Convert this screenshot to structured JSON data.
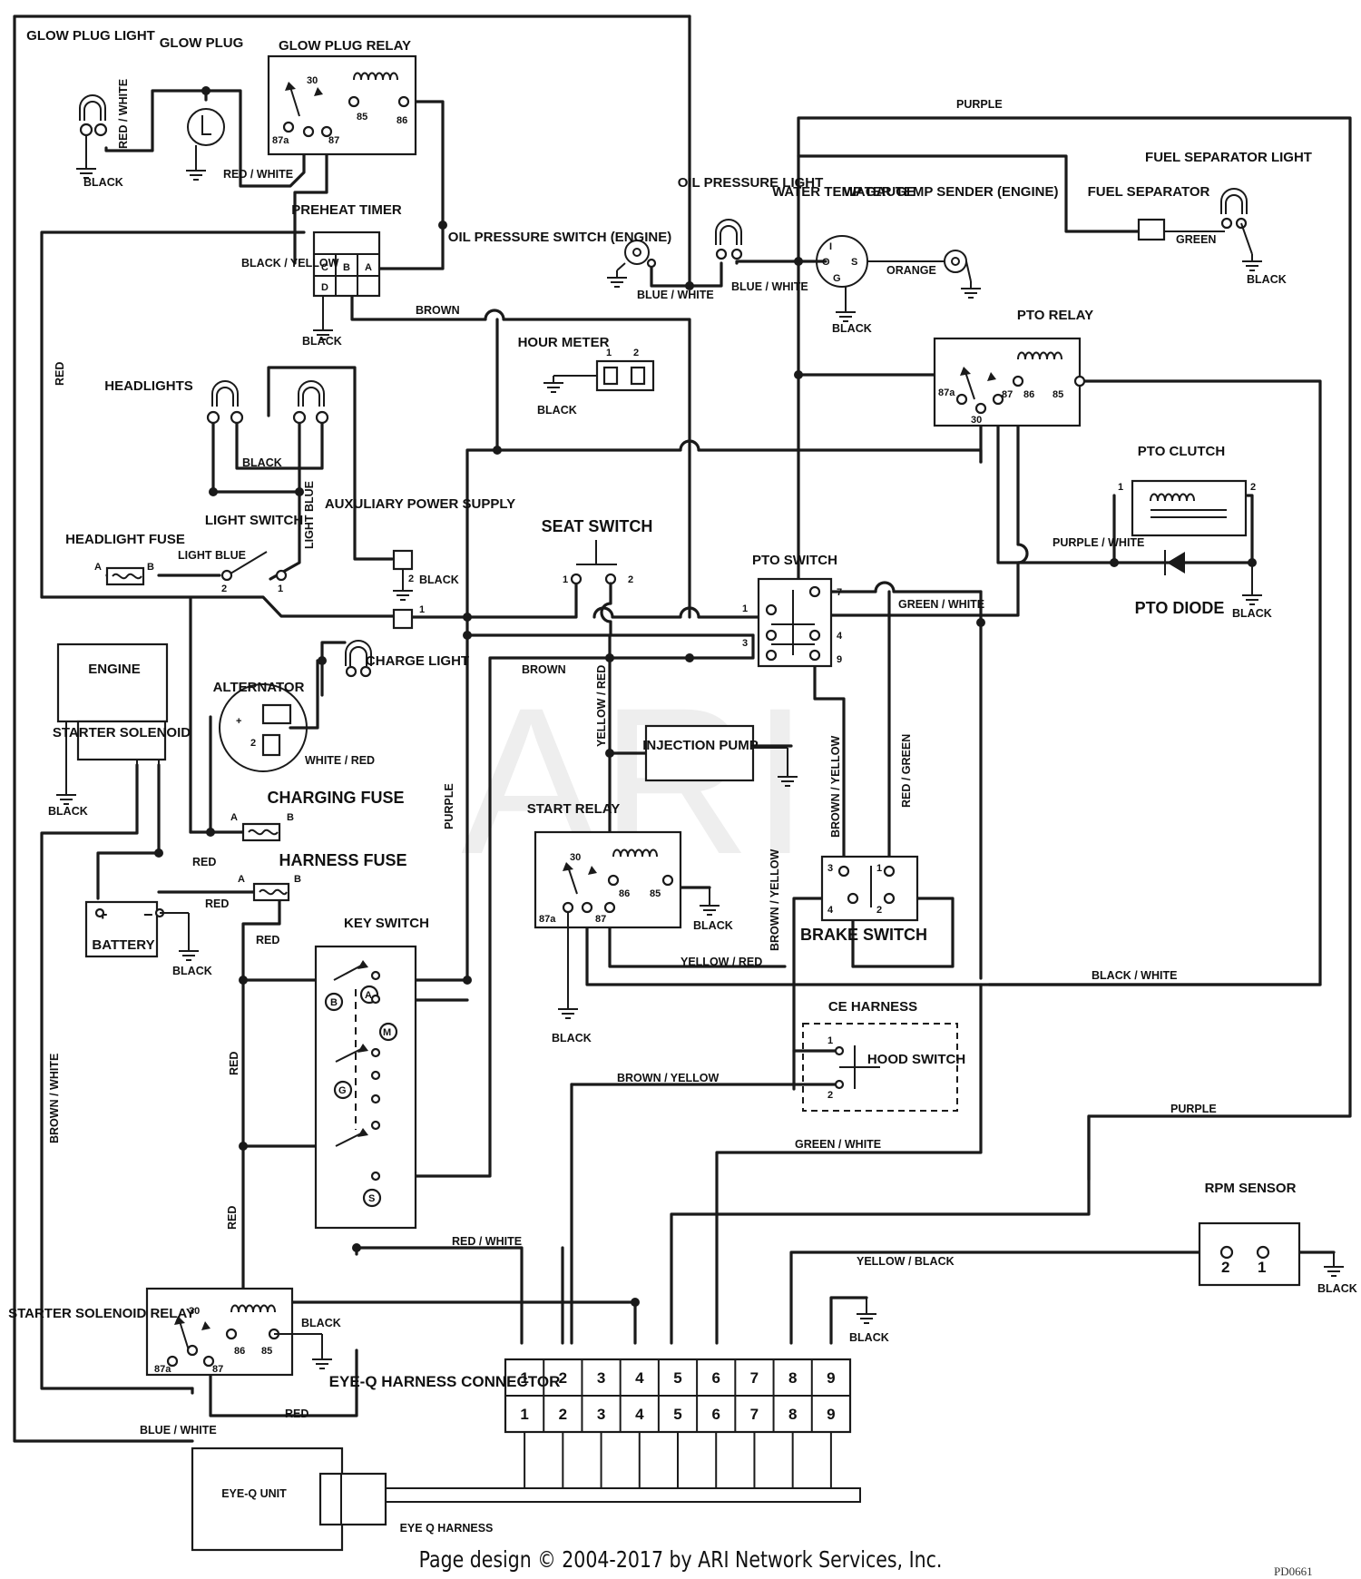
{
  "components": {
    "glow_plug_light": "GLOW PLUG LIGHT",
    "glow_plug": "GLOW PLUG",
    "glow_plug_relay": "GLOW PLUG RELAY",
    "preheat_timer": "PREHEAT TIMER",
    "headlights": "HEADLIGHTS",
    "light_switch": "LIGHT SWITCH",
    "headlight_fuse": "HEADLIGHT FUSE",
    "auxiliary_power_supply": "AUXULIARY POWER SUPPLY",
    "engine": "ENGINE",
    "starter_solenoid": "STARTER SOLENOID",
    "alternator": "ALTERNATOR",
    "charge_light": "CHARGE LIGHT",
    "charging_fuse": "CHARGING FUSE",
    "harness_fuse": "HARNESS FUSE",
    "battery": "BATTERY",
    "key_switch": "KEY SWITCH",
    "starter_solenoid_relay": "STARTER SOLENOID RELAY",
    "eyeq_harness_connector": "EYE-Q HARNESS CONNECTOR",
    "eyeq_unit": "EYE-Q UNIT",
    "eyeq_harness": "EYE Q HARNESS",
    "oil_pressure_switch": "OIL PRESSURE SWITCH (ENGINE)",
    "oil_pressure_light": "OIL PRESSURE LIGHT",
    "water_temp_gauge": "WATER TEMP GAUGE",
    "water_temp_sender": "WATER TEMP SENDER (ENGINE)",
    "fuel_separator": "FUEL SEPARATOR",
    "fuel_separator_light": "FUEL SEPARATOR LIGHT",
    "hour_meter": "HOUR METER",
    "pto_relay": "PTO RELAY",
    "pto_clutch": "PTO CLUTCH",
    "pto_diode": "PTO DIODE",
    "seat_switch": "SEAT SWITCH",
    "pto_switch": "PTO SWITCH",
    "injection_pump": "INJECTION PUMP",
    "start_relay": "START RELAY",
    "brake_switch": "BRAKE SWITCH",
    "ce_harness": "CE HARNESS",
    "hood_switch": "HOOD SWITCH",
    "rpm_sensor": "RPM SENSOR"
  },
  "wires": {
    "black": "BLACK",
    "red": "RED",
    "red_white": "RED / WHITE",
    "black_yellow": "BLACK / YELLOW",
    "brown": "BROWN",
    "purple": "PURPLE",
    "green": "GREEN",
    "orange": "ORANGE",
    "blue_white": "BLUE / WHITE",
    "light_blue": "LIGHT BLUE",
    "white_red": "WHITE / RED",
    "yellow_red": "YELLOW / RED",
    "brown_yellow": "BROWN / YELLOW",
    "red_green": "RED / GREEN",
    "green_white": "GREEN / WHITE",
    "purple_white": "PURPLE / WHITE",
    "black_white": "BLACK / WHITE",
    "brown_white": "BROWN / WHITE",
    "yellow_black": "YELLOW / BLACK"
  },
  "terminals": {
    "relay": [
      "30",
      "87a",
      "87",
      "85",
      "86"
    ],
    "timer": [
      "C",
      "B",
      "A",
      "D"
    ],
    "fuse": [
      "A",
      "B"
    ],
    "key": [
      "B",
      "A",
      "M",
      "G",
      "S"
    ],
    "gauge": [
      "I",
      "S",
      "G"
    ],
    "connector": [
      "1",
      "2",
      "3",
      "4",
      "5",
      "6",
      "7",
      "8",
      "9"
    ],
    "switch": [
      "1",
      "2",
      "3",
      "4",
      "7",
      "9"
    ]
  },
  "watermark": "ARI",
  "footer": "Page design © 2004-2017 by ARI Network Services, Inc.",
  "drawing_code": "PD0661"
}
